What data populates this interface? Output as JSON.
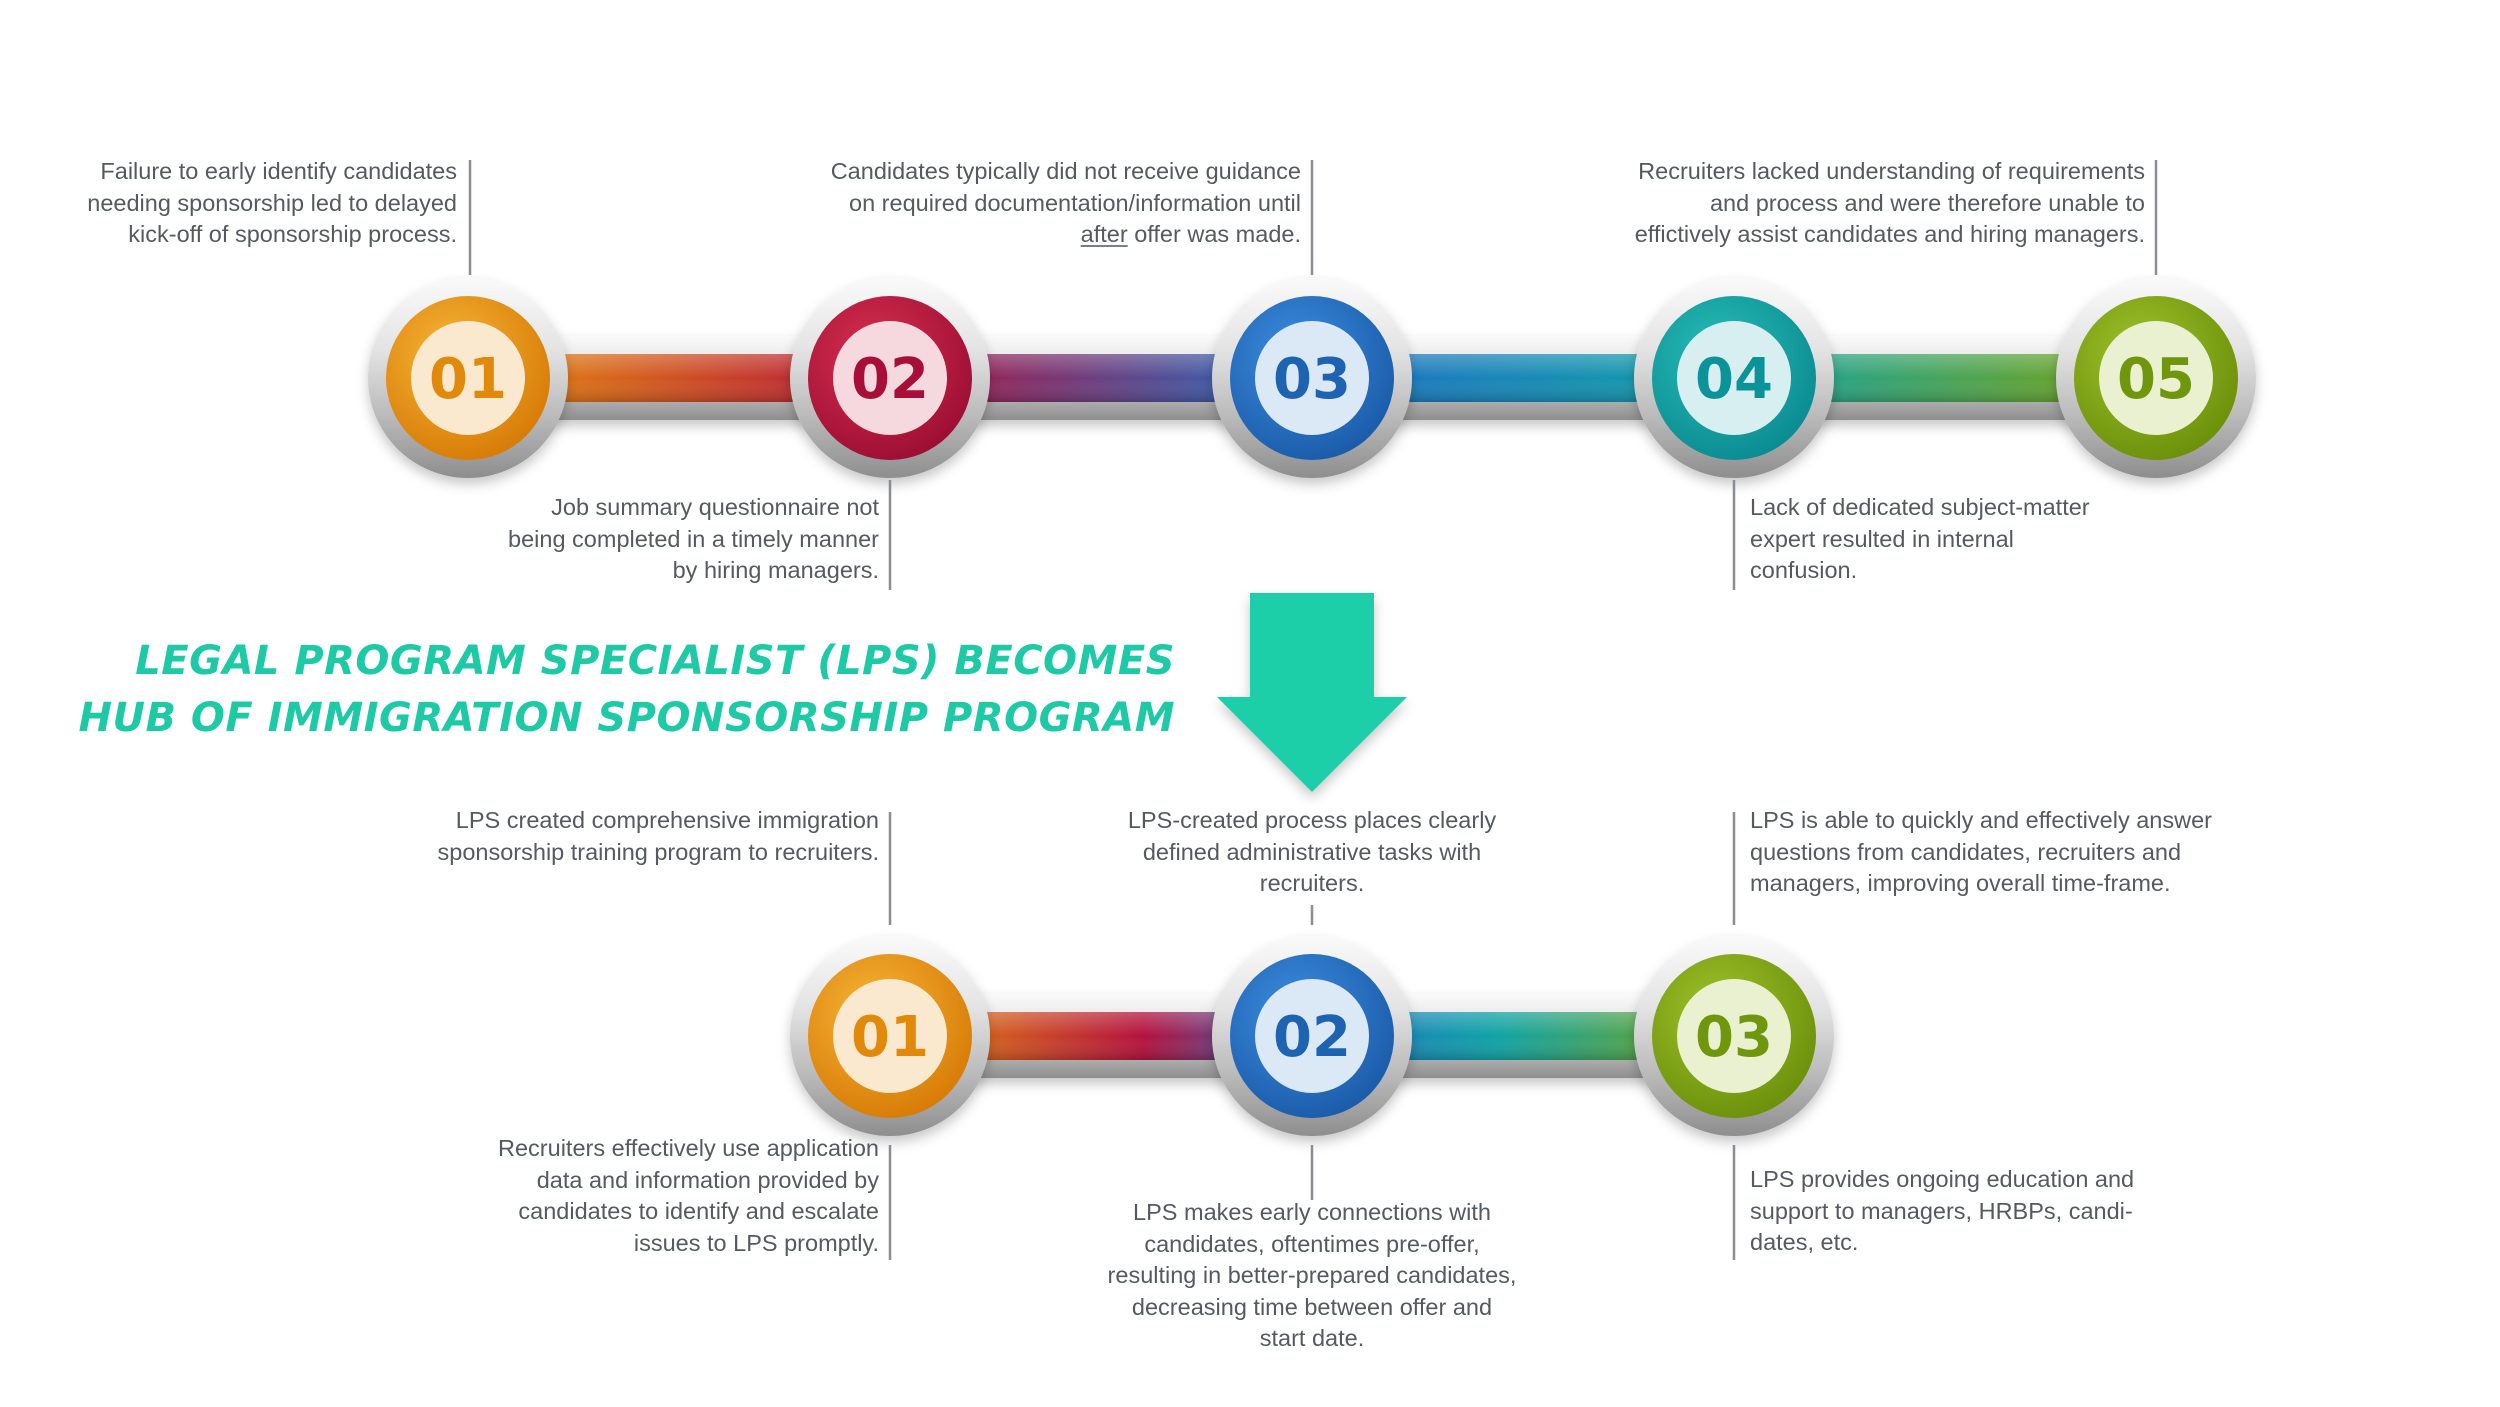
{
  "headline": {
    "line1": "LEGAL PROGRAM SPECIALIST (LPS) BECOMES",
    "line2": "HUB OF IMMIGRATION SPONSORSHIP PROGRAM"
  },
  "problems": {
    "labels": [
      "01",
      "02",
      "03",
      "04",
      "05"
    ],
    "notes": {
      "p1": [
        "Failure to early identify candidates",
        "needing sponsorship led to delayed",
        "kick-off of sponsorship process."
      ],
      "p2": [
        "Job summary questionnaire not",
        "being completed in a timely manner",
        "by hiring managers."
      ],
      "p3": {
        "line1": "Candidates typically did not receive guidance",
        "line2": "on required documentation/information until",
        "line3_emph": "after",
        "line3_rest": " offer was made."
      },
      "p4": [
        "Lack of dedicated subject-matter",
        "expert resulted in internal",
        "confusion."
      ],
      "p5": [
        "Recruiters lacked understanding of requirements",
        "and process and were therefore unable to",
        "effictively assist candidates and hiring managers."
      ]
    }
  },
  "solutions": {
    "labels": [
      "01",
      "02",
      "03"
    ],
    "notes": {
      "s1_top": [
        "LPS created comprehensive immigration",
        "sponsorship training program to recruiters."
      ],
      "s1_bottom": [
        "Recruiters effectively use application",
        "data and information provided by",
        "candidates to identify and escalate",
        "issues to LPS promptly."
      ],
      "s2_top": [
        "LPS-created process places clearly",
        "defined administrative tasks with",
        "recruiters."
      ],
      "s2_bottom": [
        "LPS makes early connections with",
        "candidates, oftentimes pre-offer,",
        "resulting in better-prepared candidates,",
        "decreasing time between offer and",
        "start date."
      ],
      "s3_top": [
        "LPS is able to quickly and effectively answer",
        "questions from candidates, recruiters and",
        "managers, improving overall time-frame."
      ],
      "s3_bottom": [
        "LPS provides ongoing education and",
        "support to managers, HRBPs, candi-",
        "dates, etc."
      ]
    }
  },
  "colors": {
    "orange": "#e8900a",
    "crimson": "#b4123e",
    "blue": "#1f6fc4",
    "teal": "#11a3a6",
    "green": "#7ea40f",
    "arrow": "#1ecfa8",
    "headline": "#1ec9a6",
    "text": "#555a60",
    "leader": "#8a8e93"
  }
}
